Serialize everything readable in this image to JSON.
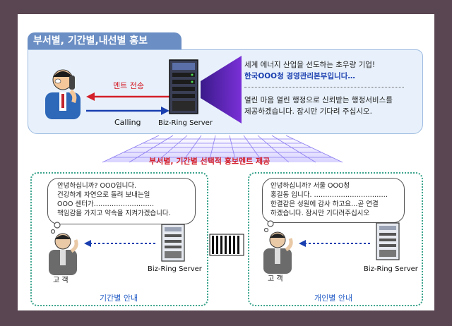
{
  "title": "부서별, 기간별,내선별 홍보",
  "top": {
    "send_label": "멘트 전송",
    "calling_label": "Calling",
    "server_label": "Biz-Ring Server",
    "line1": "세계 에너지 산업을 선도하는 초우량 기업!",
    "line2": "한국OOO청 경영관리본부입니다…",
    "line3": "열린 마음 열린 행정으로 신뢰받는 행정서비스를",
    "line4": "제공하겠습니다. 잠시만 기다려 주십시오."
  },
  "grid_caption": "부서별, 기간별 선택적 홍보멘트 제공",
  "left_panel": {
    "bubble_lines": [
      "안녕하십니까? OOO입니다.",
      "건강하게 자연으로 돌려 보내는일",
      "OOO 센터가………………………",
      "책임감을 가지고 약속을 지켜가겠습니다."
    ],
    "customer_label": "고 객",
    "server_label": "Biz-Ring Server",
    "footer": "기간별  안내"
  },
  "right_panel": {
    "bubble_lines": [
      "안녕하십니까? 서울 OOO청",
      "홍길동 입니다. ……………………………",
      "한결같은 성원에 감사 하고요…곧 연결",
      "하겠습니다. 잠시만 기다려주십시오"
    ],
    "customer_label": "고 객",
    "server_label": "Biz-Ring Server",
    "footer": "개인별  안내"
  },
  "colors": {
    "title_bg": "#6b8ec4",
    "accent_red": "#d4202a",
    "accent_blue": "#1a3fb0",
    "dotted_border": "#3aa38c",
    "grid": "#8a7cf0"
  }
}
